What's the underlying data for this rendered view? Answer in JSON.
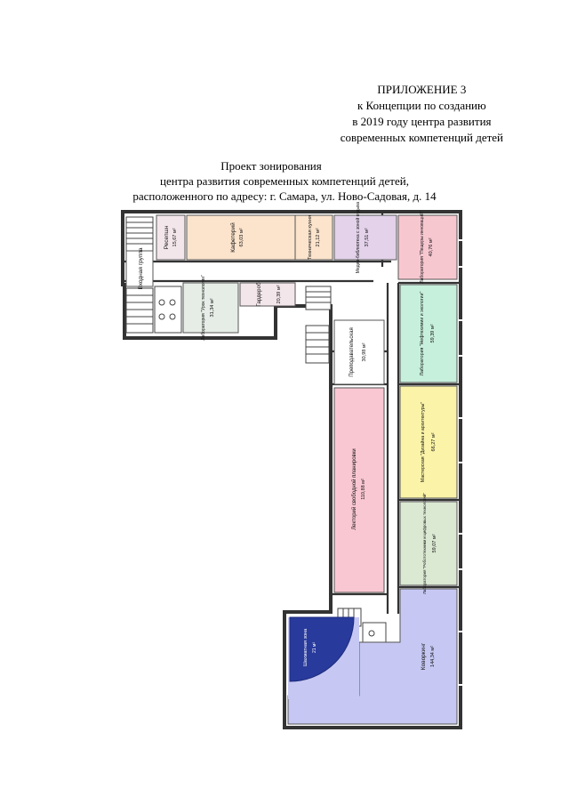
{
  "header": {
    "appendix_lines": [
      "ПРИЛОЖЕНИЕ 3",
      "к Концепции по созданию",
      "в 2019 году центра развития",
      "современных компетенций детей"
    ],
    "project_lines": [
      "Проект зонирования",
      "центра развития современных компетенций детей,",
      "расположенного по адресу: г. Самара, ул. Ново-Садовая, д. 14"
    ]
  },
  "colors": {
    "wall": "#333333",
    "corridor": "#ffffff",
    "reception": "#f3e6ea",
    "cafeteria": "#fbe3cc",
    "kitchen": "#fbe3cc",
    "media": "#e3d2ea",
    "lab_innovation": "#f7c7d0",
    "lab_oil": "#c7f0dc",
    "lab_technology": "#e6ede7",
    "wardrobe": "#f3e6ea",
    "teachers": "#ffffff",
    "lecture": "#f9c7d2",
    "design": "#faf3a8",
    "robotics": "#dbe8d2",
    "coworking": "#c6c8f3",
    "chess": "#283a9c"
  },
  "rooms": [
    {
      "id": "entry",
      "label": "Входная группа",
      "area": ""
    },
    {
      "id": "reception",
      "label": "Ресепшн",
      "area": "15,67 м²"
    },
    {
      "id": "cafeteria",
      "label": "Кафетерий",
      "area": "63,03 м²"
    },
    {
      "id": "kitchen",
      "label": "Техническая кухня",
      "area": "21,12 м²"
    },
    {
      "id": "media",
      "label": "Медиа-библиотека с зоной отдыха",
      "area": "37,51 м²"
    },
    {
      "id": "lab_innovation",
      "label": "Лаборатория \"Пещеры инноваций\"",
      "area": "40,76 м²"
    },
    {
      "id": "lab_technology",
      "label": "Лаборатория \"Урок технологии\"",
      "area": "31,34 м²"
    },
    {
      "id": "wardrobe",
      "label": "Гардероб",
      "area": "20,39 м²"
    },
    {
      "id": "lab_oil",
      "label": "Лаборатория \"Нефтехимии и экологии\"",
      "area": "59,39 м²"
    },
    {
      "id": "teachers",
      "label": "Преподавательская",
      "area": "30,98 м²"
    },
    {
      "id": "lecture",
      "label": "Лекторий свободной планировки",
      "area": "110,88 м²"
    },
    {
      "id": "design",
      "label": "Мастерская \"Дизайна и архитектуры\"",
      "area": "66,27 м²"
    },
    {
      "id": "robotics",
      "label": "Лаборатория \"Робототехники и цифровых технологий\"",
      "area": "59,07 м²"
    },
    {
      "id": "coworking",
      "label": "Коворкинг",
      "area": "144,34 м²"
    },
    {
      "id": "chess",
      "label": "Шахматная зона",
      "area": "21 м²"
    }
  ]
}
